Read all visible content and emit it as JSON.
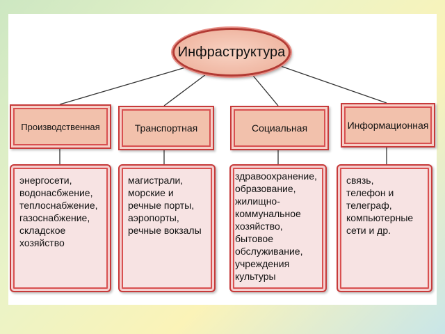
{
  "root": {
    "label": "Инфраструктура"
  },
  "categories": [
    {
      "label": "Производственная",
      "items": [
        "энергосети,",
        "водонасбжение,",
        "теплоснабжение,",
        "газоснабжение,",
        "складское",
        "хозяйство"
      ]
    },
    {
      "label": "Транспортная",
      "items": [
        "магистрали,",
        "морские и",
        "речные порты,",
        "аэропорты,",
        "речные вокзалы"
      ]
    },
    {
      "label": "Социальная",
      "items": [
        "здравоохранение,",
        "образование,",
        "жилищно-",
        "коммунальное",
        "хозяйство,",
        "бытовое",
        "обслуживание,",
        "учреждения",
        "культуры"
      ]
    },
    {
      "label": "Информационная",
      "items": [
        "связь,",
        "телефон и",
        "телеграф,",
        "компьютерные",
        "сети и др."
      ]
    }
  ]
}
